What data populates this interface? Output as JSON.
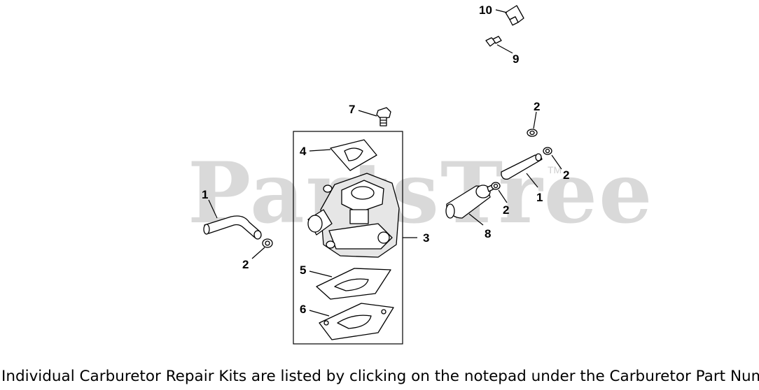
{
  "watermark": {
    "text": "PartsTree",
    "tm": "TM"
  },
  "callouts": {
    "c10": "10",
    "c9": "9",
    "c7": "7",
    "c4": "4",
    "c3": "3",
    "c5": "5",
    "c6": "6",
    "c1_left": "1",
    "c2_left": "2",
    "c2_top": "2",
    "c2_right": "2",
    "c2_mid": "2",
    "c1_right": "1",
    "c8": "8"
  },
  "footer_note": "Individual Carburetor Repair Kits are listed by clicking on the notepad under the Carburetor Part Number"
}
